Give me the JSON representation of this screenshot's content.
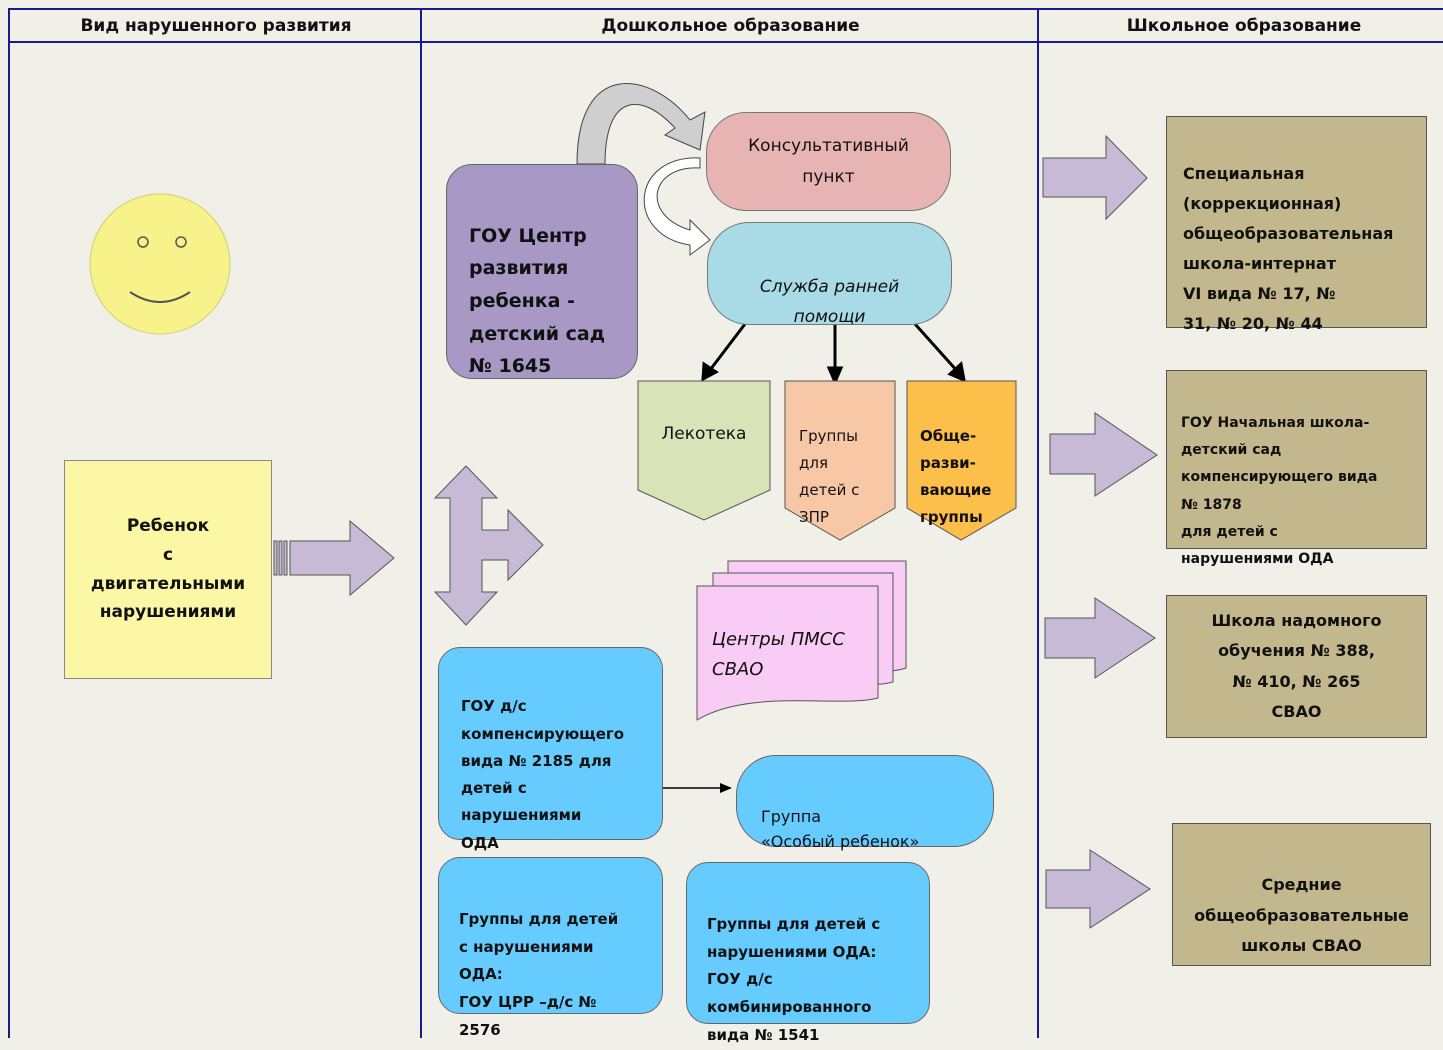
{
  "headers": {
    "col1": "Вид нарушенного развития",
    "col2": "Дошкольное образование",
    "col3": "Школьное образование"
  },
  "child_box": "Ребенок\nс\nдвигательными\nнарушениями",
  "center_box": "ГОУ Центр\nразвития\nребенка -\nдетский сад\n№ 1645",
  "consult": "Консультативный\nпункт",
  "early_help": "Служба ранней\nпомощи",
  "lekoteka": "Лекотека",
  "zpr_groups": "Группы\nдля\nдетей с\nЗПР",
  "general_groups": "Обще-\nразви-\nвающие\nгруппы",
  "pmss": "Центры ПМСС\nСВАО",
  "gou2185": "ГОУ д/с\nкомпенсирующего\nвида № 2185 для\nдетей с\nнарушениями\nОДА",
  "special_group": "Группа\n«Особый ребенок»",
  "groups_2576": "Группы для детей\nс нарушениями\nОДА:\nГОУ ЦРР –д/с №\n2576",
  "groups_1541": "Группы для детей с\nнарушениями ОДА:\nГОУ д/с\nкомбинированного\nвида № 1541",
  "schools": [
    "Специальная\n(коррекционная)\nобщеобразовательная\nшкола-интернат\nVI вида № 17, №\n31, № 20, № 44",
    "ГОУ Начальная школа-\nдетский сад\nкомпенсирующего вида\n№ 1878\nдля детей с\nнарушениями ОДА",
    "Школа надомного\nобучения № 388,\n№ 410, № 265\nСВАО",
    "Средние\nобщеобразовательные\nшколы СВАО"
  ],
  "colors": {
    "lines": "#1a1a8c",
    "background": "#f1f0e8",
    "smiley": "#f7f38a",
    "child_box": "#fbf7a4",
    "center_box": "#a898c6",
    "consult": "#e8b3b3",
    "early_help": "#a9dbe6",
    "lekoteka": "#d8e3b8",
    "zpr": "#f8c8a6",
    "general": "#fbbf4a",
    "pmss": "#f8ccf5",
    "blue_boxes": "#66ccff",
    "school_boxes": "#c3b88d",
    "arrows": "#c7bad6"
  }
}
